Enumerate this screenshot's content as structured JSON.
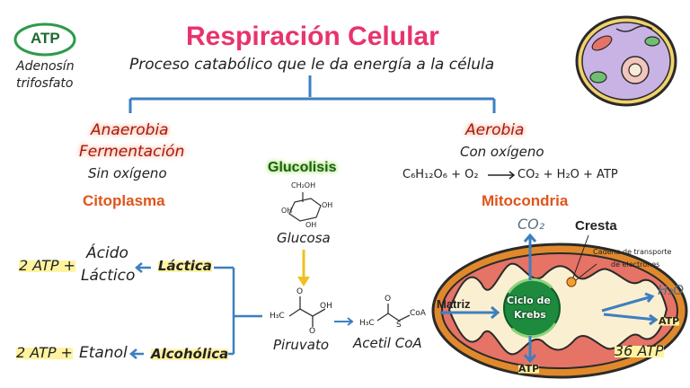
{
  "title": "Respiración Celular",
  "subtitle": "Proceso catabólico que le da energía a la célula",
  "atp_badge": {
    "label": "ATP",
    "line1": "Adenosín",
    "line2": "trifosfato"
  },
  "anaerobic": {
    "line1": "Anaerobia",
    "line2": "Fermentación",
    "condition": "Sin oxígeno",
    "location": "Citoplasma",
    "lactic": {
      "label": "Láctica",
      "product_line1": "Ácido",
      "product_line2": "Láctico",
      "yield": "2 ATP +"
    },
    "alcoholic": {
      "label": "Alcohólica",
      "product": "Etanol",
      "yield": "2 ATP +"
    }
  },
  "glycolysis": {
    "label": "Glucolisis",
    "glucose": "Glucosa",
    "pyruvate": "Piruvato",
    "acetyl": "Acetil CoA"
  },
  "aerobic": {
    "label": "Aerobia",
    "condition": "Con oxígeno",
    "equation": {
      "reactants": "C₆H₁₂O₆ + O₂",
      "products": "CO₂ + H₂O + ATP"
    },
    "location": "Mitocondria"
  },
  "mitochondria": {
    "matrix": "Matriz",
    "krebs_line1": "Ciclo de",
    "krebs_line2": "Krebs",
    "crest": "Cresta",
    "etc_line1": "Cadena de transporte",
    "etc_line2": "de electrones",
    "co2": "CO₂",
    "h2o": "H₂O",
    "atp_bottom": "ATP",
    "atp_right": "ATP",
    "total": "36 ATP"
  },
  "molecules": {
    "ch2oh": "CH₂OH",
    "oh": "OH",
    "h3c": "H₃C",
    "o": "O",
    "s": "S",
    "coa": "CoA"
  },
  "colors": {
    "title": "#e8336d",
    "branch": "#3d7fc0",
    "glycolysis_arrow": "#f0c020",
    "mito_outer": "#e0892c",
    "mito_inner": "#e57366",
    "krebs": "#1d8a3e"
  }
}
